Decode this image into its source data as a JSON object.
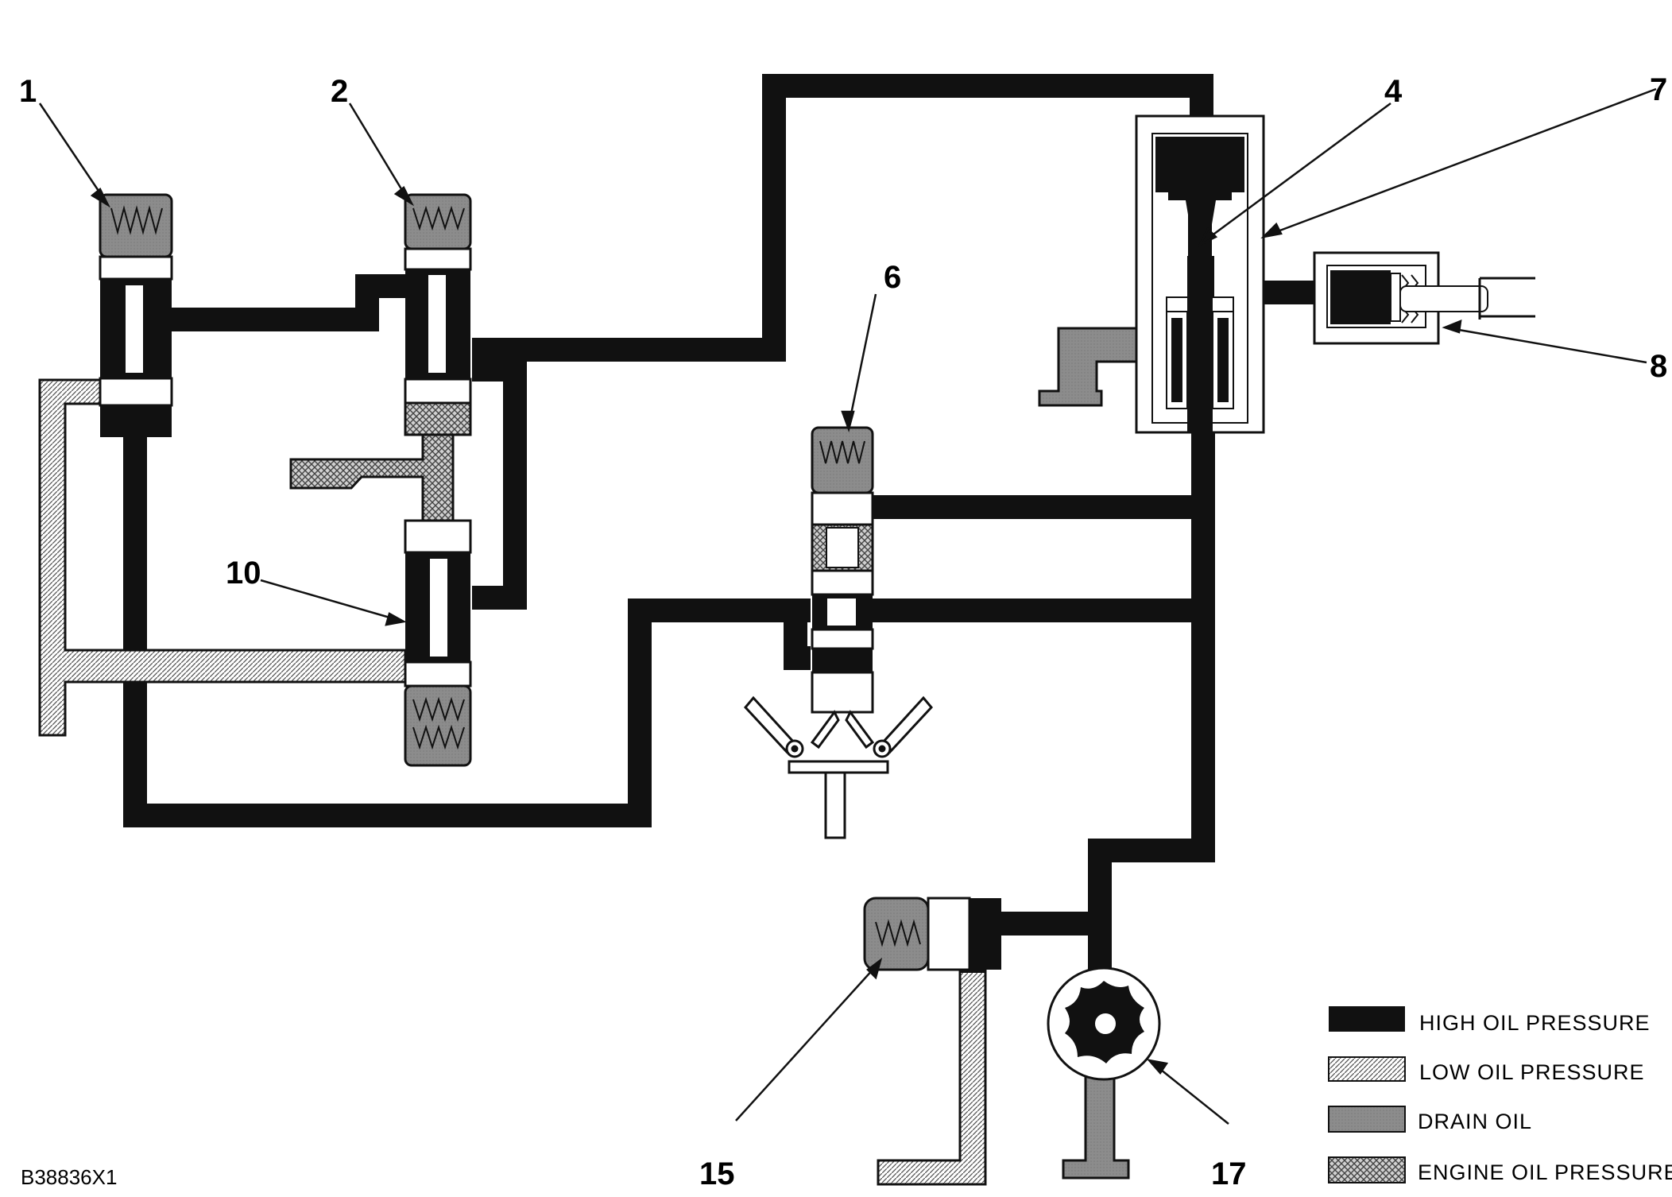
{
  "diagram": {
    "drawing_number": "B38836X1",
    "callouts": {
      "c1": "1",
      "c2": "2",
      "c4": "4",
      "c6": "6",
      "c7": "7",
      "c8": "8",
      "c10": "10",
      "c15": "15",
      "c17": "17"
    },
    "legend": [
      {
        "label": "HIGH OIL PRESSURE",
        "fill": "black"
      },
      {
        "label": "LOW OIL PRESSURE",
        "fill": "fine-hatch"
      },
      {
        "label": "DRAIN OIL",
        "fill": "gray"
      },
      {
        "label": "ENGINE OIL PRESSURE",
        "fill": "cross-hatch"
      }
    ],
    "colors": {
      "high_oil": "#111111",
      "drain_oil": "#8c8c8c",
      "background": "#ffffff"
    }
  }
}
